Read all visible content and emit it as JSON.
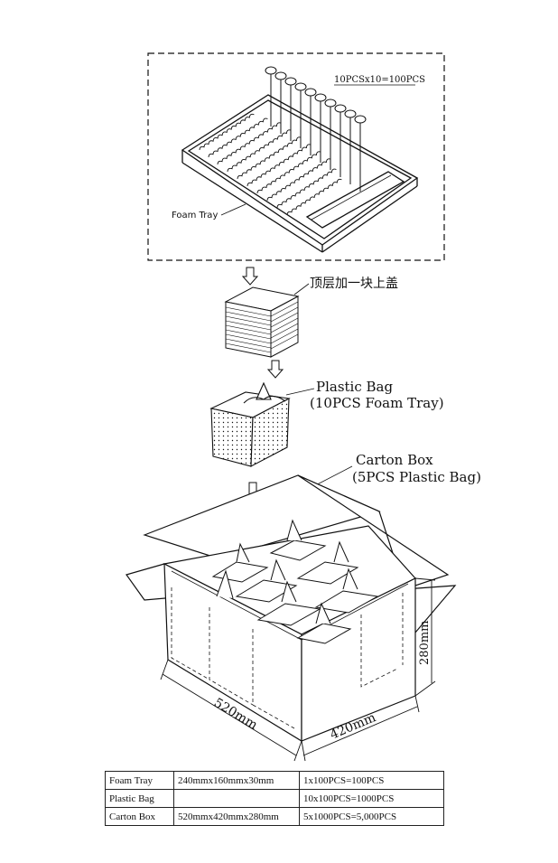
{
  "labels": {
    "tray_count": "10PCSx10=100PCS",
    "foam_tray": "Foam Tray",
    "top_cover": "顶层加一块上盖",
    "plastic_bag_line1": "Plastic Bag",
    "plastic_bag_line2": "(10PCS Foam Tray)",
    "carton_box_line1": "Carton Box",
    "carton_box_line2": "(5PCS Plastic Bag)",
    "dim_length": "520mm",
    "dim_width": "420mm",
    "dim_height": "280mm"
  },
  "spec_table": [
    {
      "item": "Foam Tray",
      "size": "240mmx160mmx30mm",
      "qty": "1x100PCS=100PCS"
    },
    {
      "item": "Plastic Bag",
      "size": "",
      "qty": "10x100PCS=1000PCS"
    },
    {
      "item": "Carton Box",
      "size": "520mmx420mmx280mm",
      "qty": "5x1000PCS=5,000PCS"
    }
  ]
}
